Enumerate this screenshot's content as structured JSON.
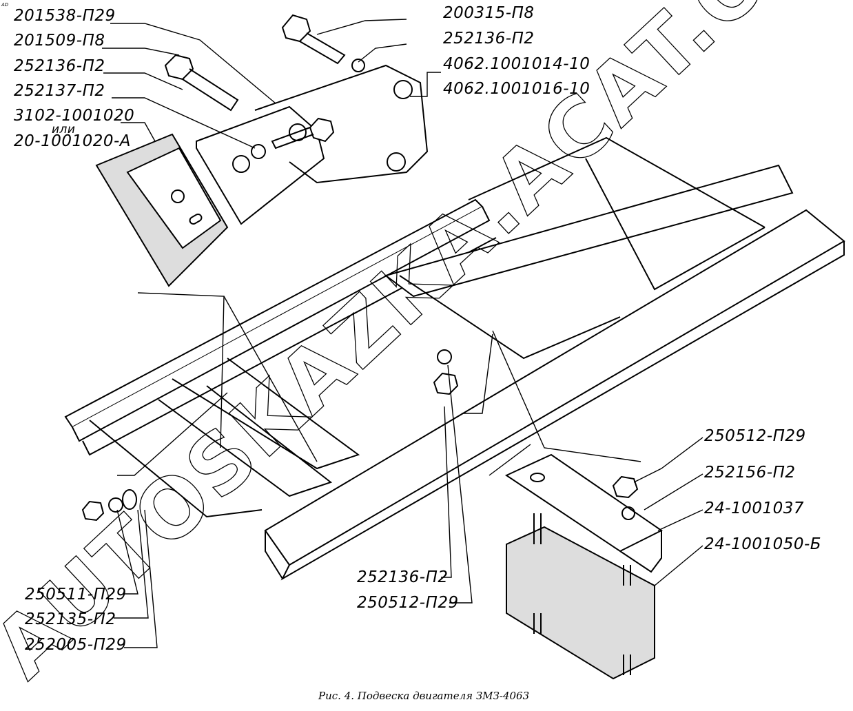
{
  "corner_mark": "AD",
  "watermark": "AUTOSKAZKA.ACAT.ONLINE",
  "caption": "Рис. 4. Подвеска двигателя ЗМЗ-4063",
  "labels": {
    "top_left": [
      "201538-П29",
      "201509-П8",
      "252136-П2",
      "252137-П2",
      "3102-1001020"
    ],
    "top_left_or": "или",
    "top_left_alt": "20-1001020-А",
    "top_right": [
      "200315-П8",
      "252136-П2",
      "4062.1001014-10",
      "4062.1001016-10"
    ],
    "right": [
      "250512-П29",
      "252156-П2",
      "24-1001037",
      "24-1001050-Б"
    ],
    "center_bottom": [
      "252136-П2",
      "250512-П29"
    ],
    "bottom_left": [
      "250511-П29",
      "252135-П2",
      "252005-П29"
    ]
  }
}
